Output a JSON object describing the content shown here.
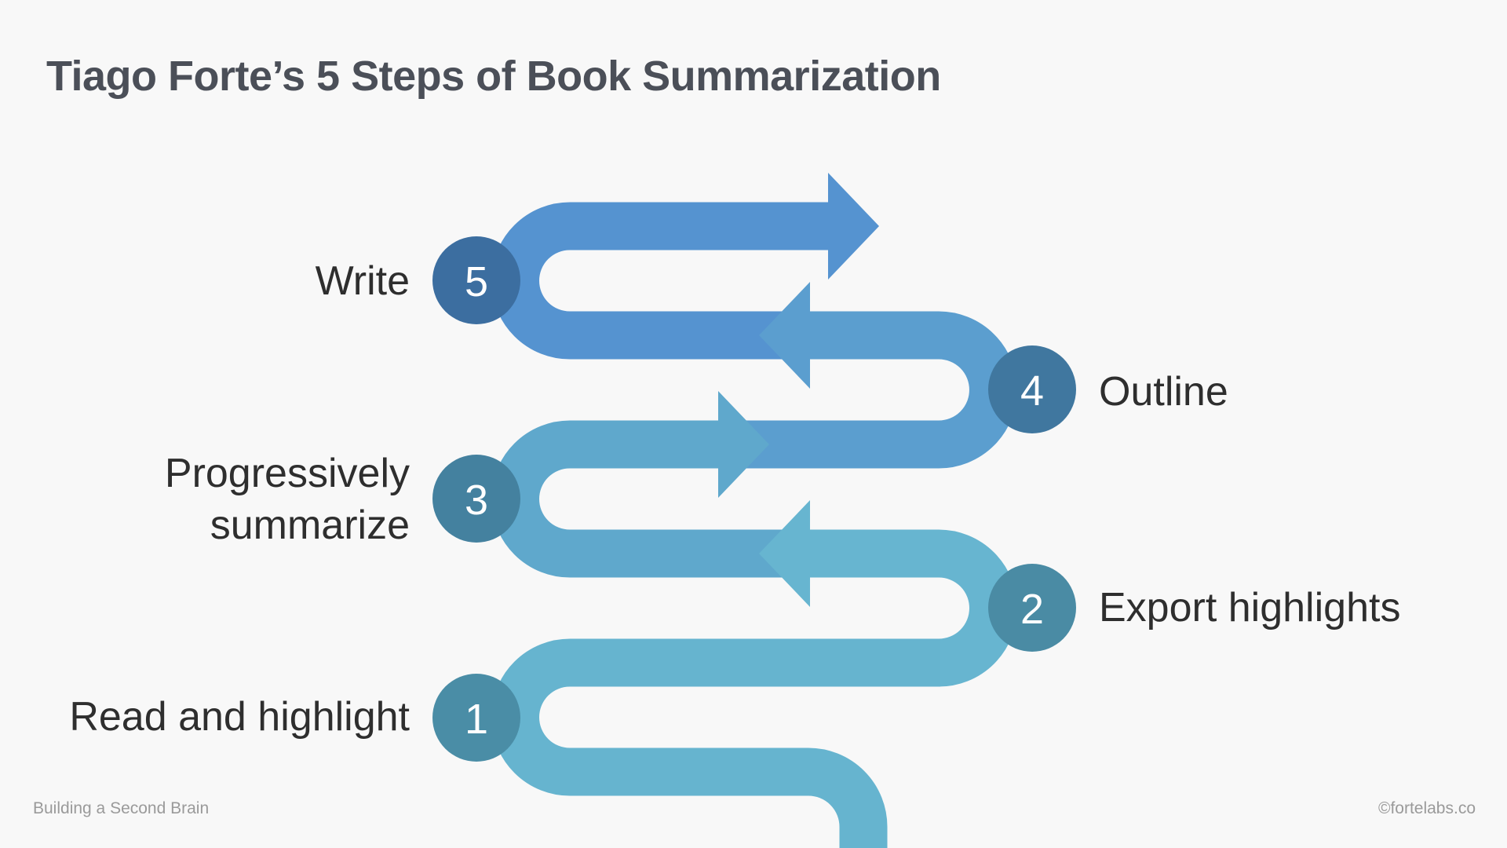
{
  "title": "Tiago Forte’s 5 Steps of Book Summarization",
  "steps": [
    {
      "number": "1",
      "label": "Read and highlight",
      "band_color": "#66b4cf",
      "circle_color": "#4a8da6"
    },
    {
      "number": "2",
      "label": "Export highlights",
      "band_color": "#67b5d0",
      "circle_color": "#4a8ba4"
    },
    {
      "number": "3",
      "label_line1": "Progressively",
      "label_line2": "summarize",
      "band_color": "#5fa8cc",
      "circle_color": "#44819f"
    },
    {
      "number": "4",
      "label": "Outline",
      "band_color": "#5b9ecf",
      "circle_color": "#40779f"
    },
    {
      "number": "5",
      "label": "Write",
      "band_color": "#5593d0",
      "circle_color": "#3c6ea0"
    }
  ],
  "footer": {
    "left": "Building a Second Brain",
    "right": "©fortelabs.co"
  }
}
